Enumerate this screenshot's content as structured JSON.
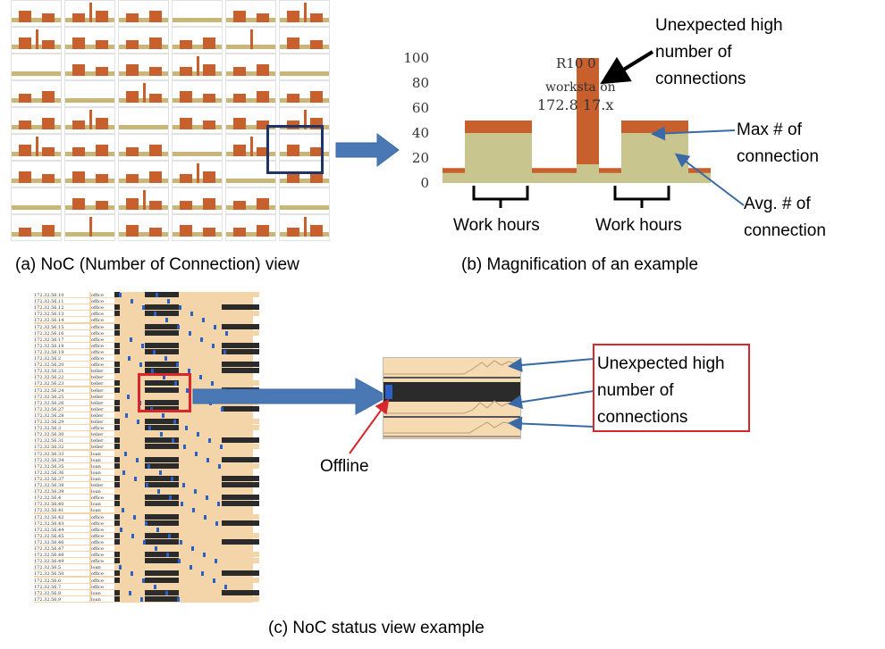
{
  "captions": {
    "a": "(a) NoC (Number of Connection) view",
    "b": "(b) Magnification of an example",
    "c": "(c) NoC status view example"
  },
  "panel_b": {
    "annotation_unexpected": [
      "Unexpected high",
      "number of",
      "connections"
    ],
    "annotation_max": [
      "Max # of",
      "connection"
    ],
    "annotation_avg": [
      "Avg. # of",
      "connection"
    ],
    "work_hours_1": "Work hours",
    "work_hours_2": "Work hours",
    "overlay_line1": "R10 0",
    "overlay_line2": "worksta on",
    "overlay_line3": "172.8  17.x"
  },
  "panel_c": {
    "offline_label": "Offline",
    "annotation_unexpected": [
      "Unexpected high",
      "number of",
      "connections"
    ],
    "rows": [
      {
        "ip": "172.32.56.10",
        "type": "office"
      },
      {
        "ip": "172.32.56.11",
        "type": "office"
      },
      {
        "ip": "172.32.56.12",
        "type": "office"
      },
      {
        "ip": "172.32.56.13",
        "type": "office"
      },
      {
        "ip": "172.32.56.14",
        "type": "office"
      },
      {
        "ip": "172.32.56.15",
        "type": "office"
      },
      {
        "ip": "172.32.56.16",
        "type": "office"
      },
      {
        "ip": "172.32.56.17",
        "type": "office"
      },
      {
        "ip": "172.32.56.18",
        "type": "office"
      },
      {
        "ip": "172.32.56.19",
        "type": "office"
      },
      {
        "ip": "172.32.56.2",
        "type": "office"
      },
      {
        "ip": "172.32.56.20",
        "type": "office"
      },
      {
        "ip": "172.32.56.21",
        "type": "teller"
      },
      {
        "ip": "172.32.56.22",
        "type": "teller"
      },
      {
        "ip": "172.32.56.23",
        "type": "teller"
      },
      {
        "ip": "172.32.56.24",
        "type": "teller"
      },
      {
        "ip": "172.32.56.25",
        "type": "teller"
      },
      {
        "ip": "172.32.56.26",
        "type": "teller"
      },
      {
        "ip": "172.32.56.27",
        "type": "teller"
      },
      {
        "ip": "172.32.56.28",
        "type": "teller"
      },
      {
        "ip": "172.32.56.29",
        "type": "teller"
      },
      {
        "ip": "172.32.56.3",
        "type": "office"
      },
      {
        "ip": "172.32.56.30",
        "type": "teller"
      },
      {
        "ip": "172.32.56.31",
        "type": "teller"
      },
      {
        "ip": "172.32.56.32",
        "type": "teller"
      },
      {
        "ip": "172.32.56.33",
        "type": "loan"
      },
      {
        "ip": "172.32.56.34",
        "type": "loan"
      },
      {
        "ip": "172.32.56.35",
        "type": "loan"
      },
      {
        "ip": "172.32.56.36",
        "type": "loan"
      },
      {
        "ip": "172.32.56.37",
        "type": "loan"
      },
      {
        "ip": "172.32.56.38",
        "type": "teller"
      },
      {
        "ip": "172.32.56.39",
        "type": "loan"
      },
      {
        "ip": "172.32.56.4",
        "type": "office"
      },
      {
        "ip": "172.32.56.40",
        "type": "loan"
      },
      {
        "ip": "172.32.56.41",
        "type": "loan"
      },
      {
        "ip": "172.32.56.42",
        "type": "office"
      },
      {
        "ip": "172.32.56.43",
        "type": "office"
      },
      {
        "ip": "172.32.56.44",
        "type": "office"
      },
      {
        "ip": "172.32.56.45",
        "type": "office"
      },
      {
        "ip": "172.32.56.46",
        "type": "office"
      },
      {
        "ip": "172.32.56.47",
        "type": "office"
      },
      {
        "ip": "172.32.56.48",
        "type": "office"
      },
      {
        "ip": "172.32.56.49",
        "type": "office"
      },
      {
        "ip": "172.32.56.5",
        "type": "loan"
      },
      {
        "ip": "172.32.56.50",
        "type": "office"
      },
      {
        "ip": "172.32.56.6",
        "type": "office"
      },
      {
        "ip": "172.32.56.7",
        "type": "office"
      },
      {
        "ip": "172.32.56.8",
        "type": "loan"
      },
      {
        "ip": "172.32.56.9",
        "type": "loan"
      }
    ]
  },
  "chart_data": {
    "type": "area",
    "ylim": [
      0,
      100
    ],
    "y_ticks": [
      "0",
      "20",
      "40",
      "60",
      "80",
      "100"
    ],
    "x": [
      0,
      1,
      2,
      3,
      4,
      5,
      6,
      7,
      8,
      9,
      10,
      11,
      12,
      13,
      14,
      15,
      16,
      17,
      18,
      19,
      20,
      21,
      22,
      23,
      24
    ],
    "series": [
      {
        "values": [
          8,
          8,
          40,
          40,
          40,
          40,
          40,
          40,
          8,
          8,
          8,
          8,
          15,
          15,
          8,
          8,
          40,
          40,
          40,
          40,
          40,
          40,
          8,
          8,
          8
        ]
      },
      {
        "values": [
          12,
          12,
          50,
          50,
          50,
          50,
          50,
          50,
          12,
          12,
          12,
          12,
          100,
          100,
          12,
          12,
          50,
          50,
          50,
          50,
          50,
          50,
          12,
          12,
          12
        ]
      }
    ]
  },
  "colors": {
    "max_fill": "#c7602c",
    "avg_fill": "#c9c58f",
    "arrow_blue": "#3a6aa6",
    "highlight_navy": "#1f3464",
    "highlight_red": "#d9262b",
    "offline_black": "#2b2b2b",
    "status_bg": "#f4d4a9",
    "spike_blue": "#2b60c9"
  }
}
